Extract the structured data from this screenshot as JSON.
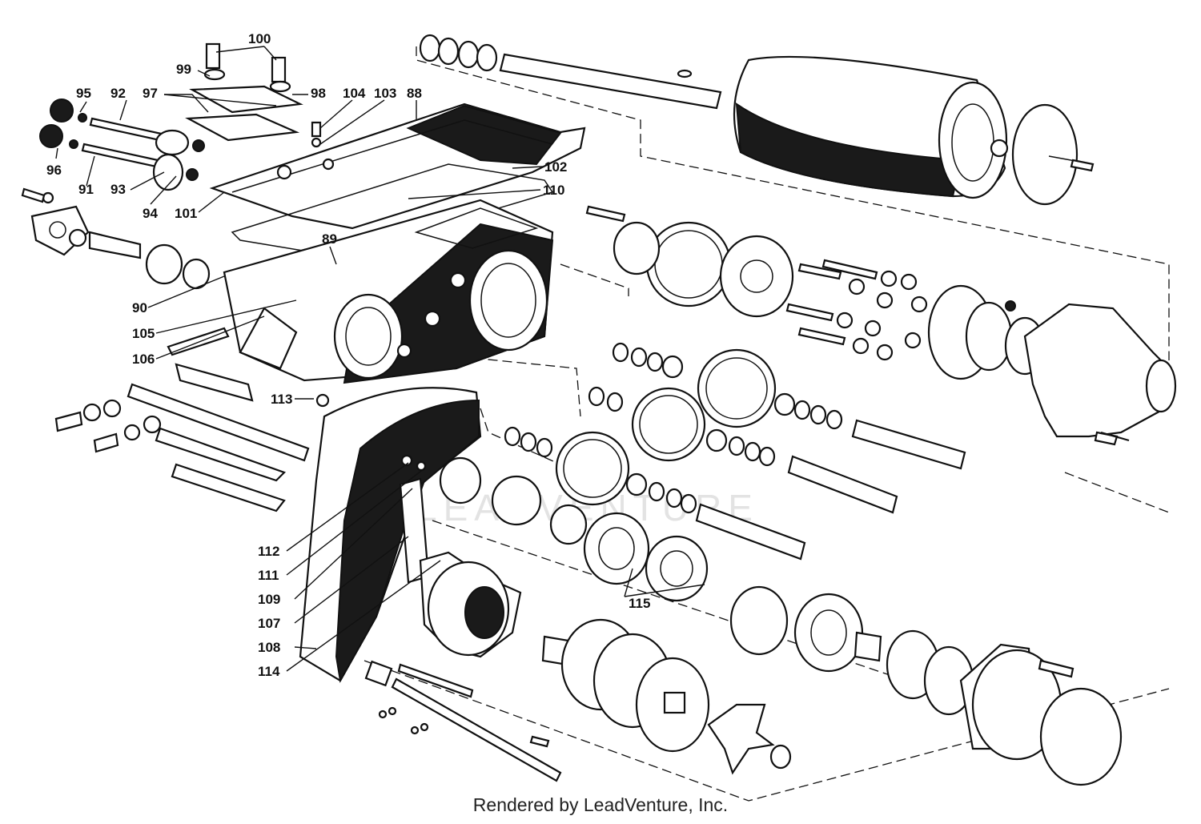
{
  "watermark": "LEADVENTURE",
  "footer": {
    "credit": "Rendered by LeadVenture, Inc."
  },
  "callouts": [
    {
      "id": "100",
      "label": "100"
    },
    {
      "id": "99",
      "label": "99"
    },
    {
      "id": "98",
      "label": "98"
    },
    {
      "id": "97",
      "label": "97"
    },
    {
      "id": "92",
      "label": "92"
    },
    {
      "id": "95",
      "label": "95"
    },
    {
      "id": "104",
      "label": "104"
    },
    {
      "id": "103",
      "label": "103"
    },
    {
      "id": "88",
      "label": "88"
    },
    {
      "id": "96",
      "label": "96"
    },
    {
      "id": "91",
      "label": "91"
    },
    {
      "id": "93",
      "label": "93"
    },
    {
      "id": "94",
      "label": "94"
    },
    {
      "id": "101",
      "label": "101"
    },
    {
      "id": "102",
      "label": "102"
    },
    {
      "id": "110",
      "label": "110"
    },
    {
      "id": "89",
      "label": "89"
    },
    {
      "id": "90",
      "label": "90"
    },
    {
      "id": "105",
      "label": "105"
    },
    {
      "id": "106",
      "label": "106"
    },
    {
      "id": "113",
      "label": "113"
    },
    {
      "id": "112",
      "label": "112"
    },
    {
      "id": "111",
      "label": "111"
    },
    {
      "id": "109",
      "label": "109"
    },
    {
      "id": "107",
      "label": "107"
    },
    {
      "id": "108",
      "label": "108"
    },
    {
      "id": "114",
      "label": "114"
    },
    {
      "id": "115",
      "label": "115"
    }
  ]
}
